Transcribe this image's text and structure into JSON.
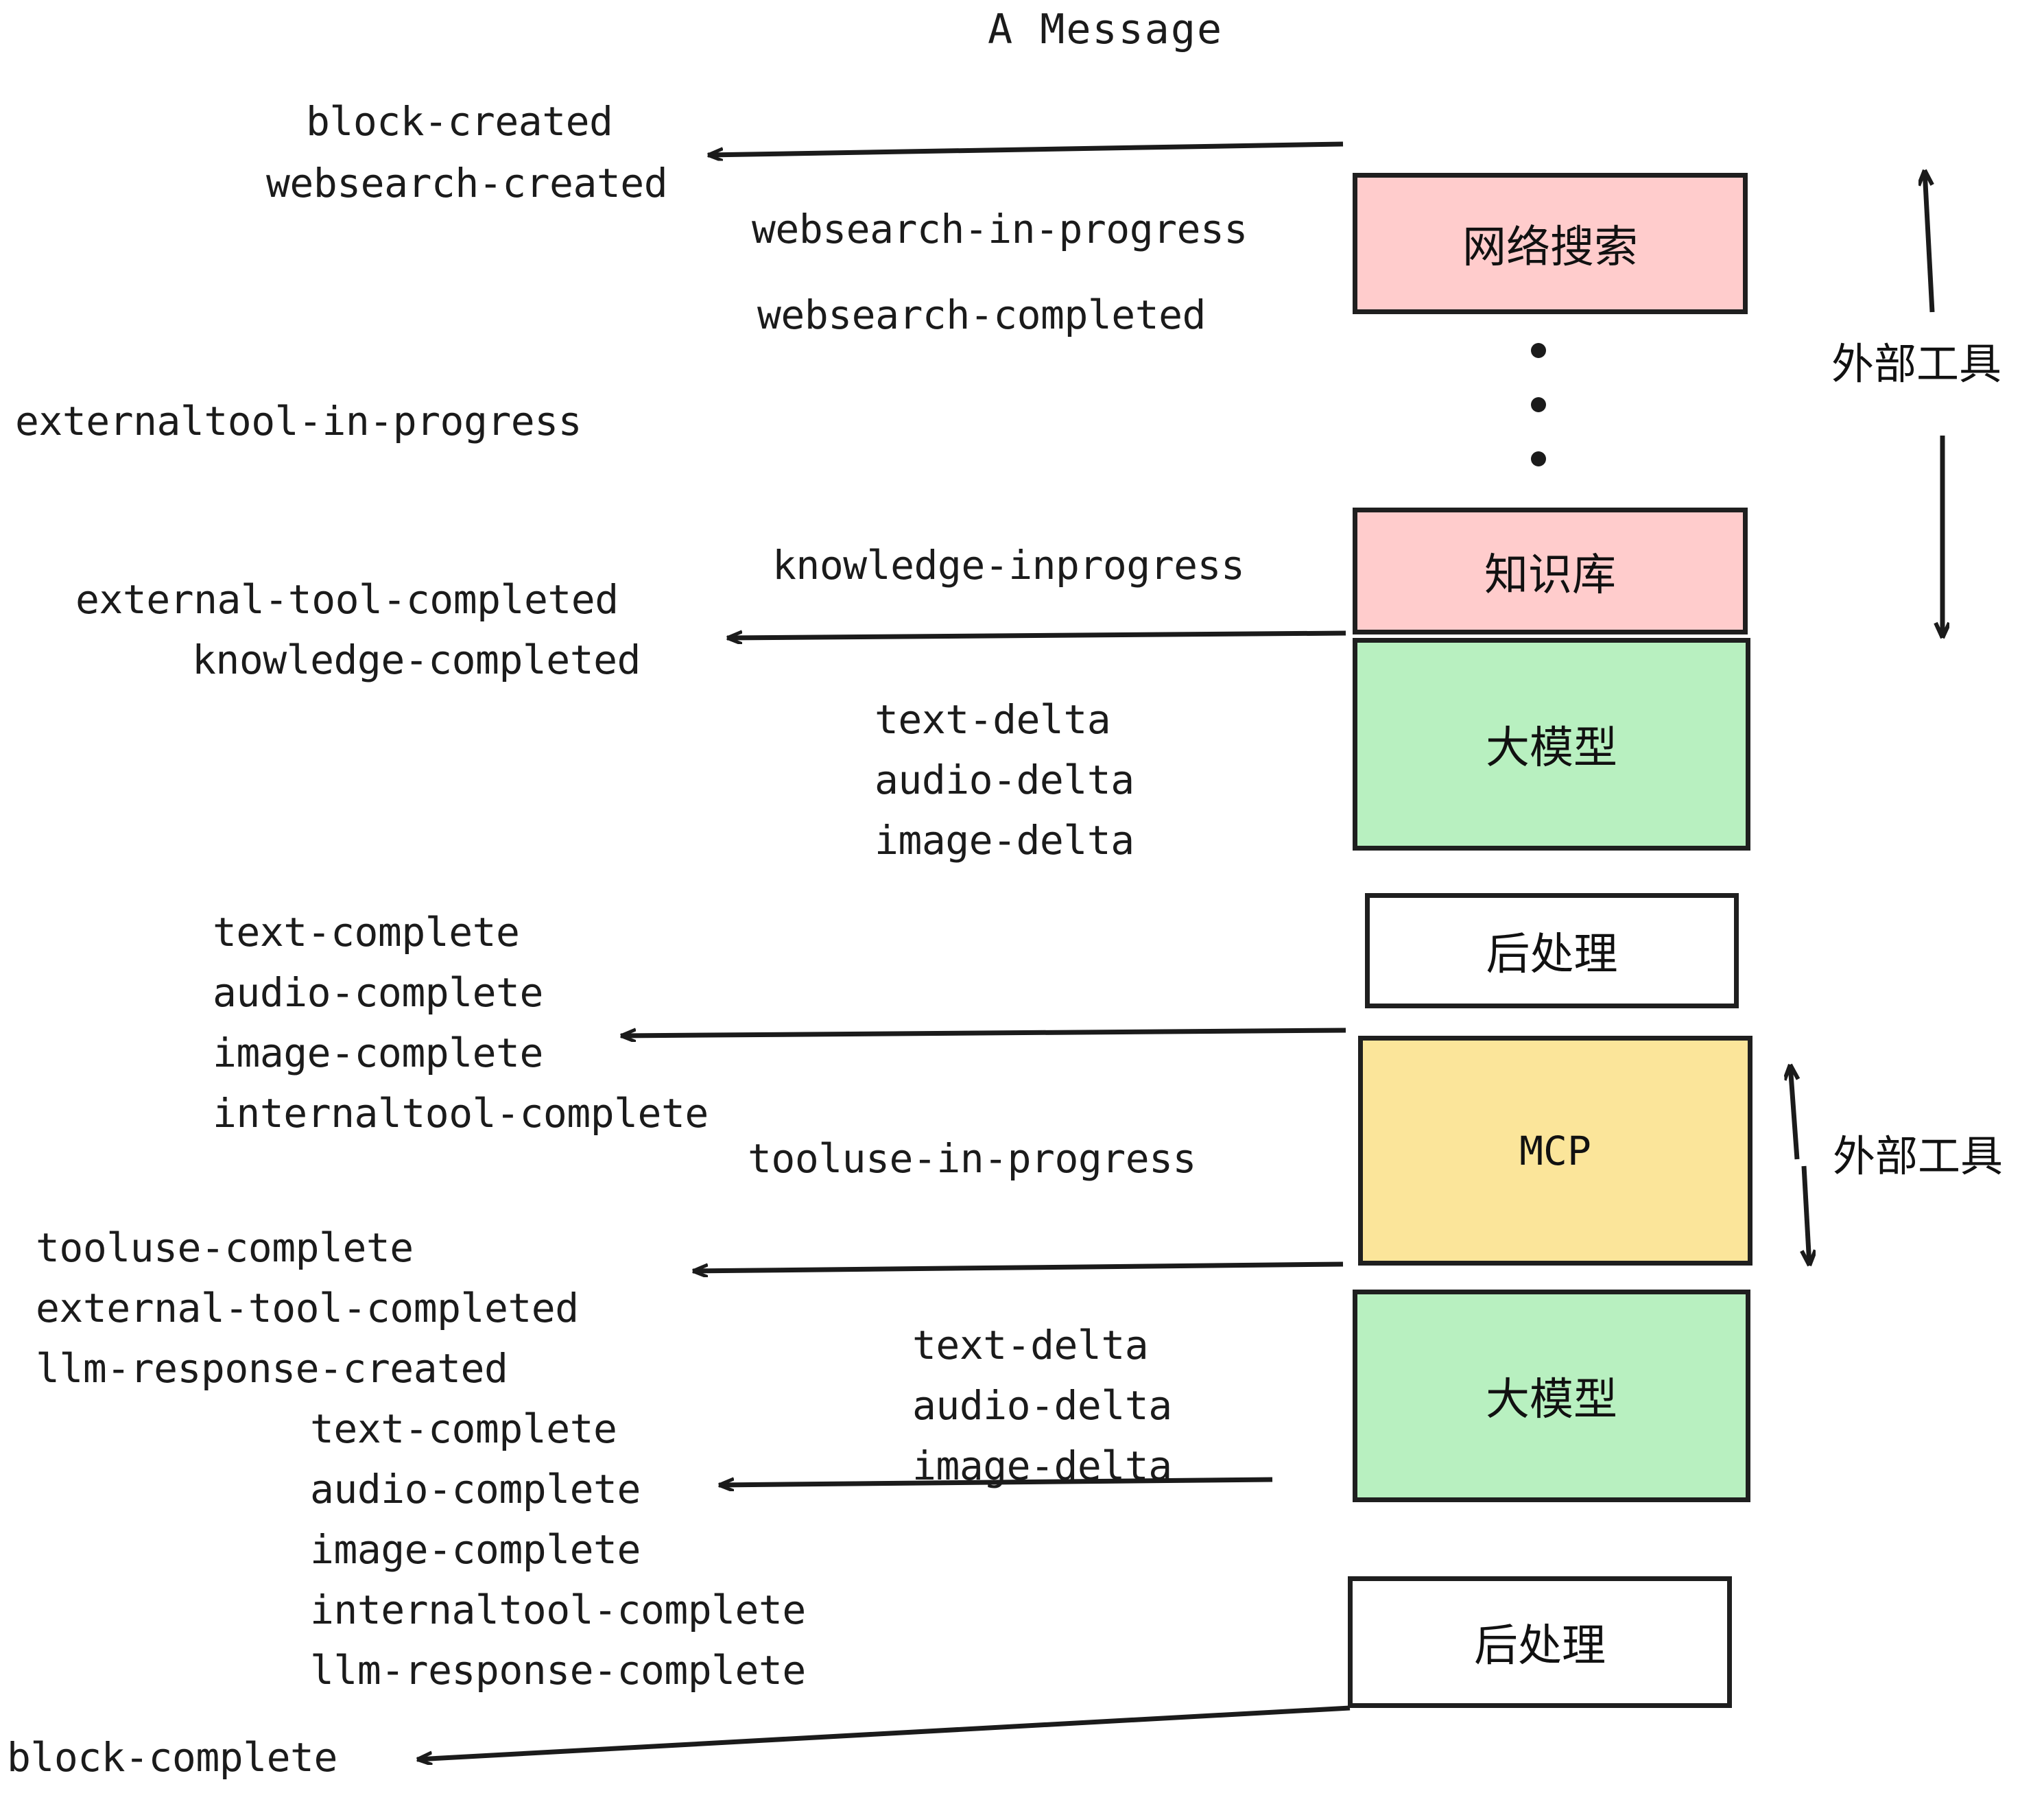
{
  "diagram": {
    "title": "A Message",
    "colors": {
      "external_tool_fill": "#FFCCCC",
      "llm_fill": "#B8F0C0",
      "mcp_fill": "#FBE59A",
      "postprocess_fill": "#FFFFFF",
      "stroke": "#1F1F1F",
      "text": "#1B1B1B",
      "background": "#FFFFFF"
    }
  },
  "nodes": [
    {
      "id": "websearch",
      "label": "网络搜索",
      "type": "external-tool"
    },
    {
      "id": "knowledge",
      "label": "知识库",
      "type": "external-tool"
    },
    {
      "id": "llm_top",
      "label": "大模型",
      "type": "llm"
    },
    {
      "id": "postprocess_top",
      "label": "后处理",
      "type": "postprocess"
    },
    {
      "id": "mcp",
      "label": "MCP",
      "type": "mcp"
    },
    {
      "id": "llm_bottom",
      "label": "大模型",
      "type": "llm"
    },
    {
      "id": "postprocess_bottom",
      "label": "后处理",
      "type": "postprocess"
    }
  ],
  "side_labels": [
    {
      "id": "external-tool-upper",
      "text": "外部工具"
    },
    {
      "id": "external-tool-lower",
      "text": "外部工具"
    }
  ],
  "events": [
    {
      "id": "e01",
      "text": "block-created"
    },
    {
      "id": "e02",
      "text": "websearch-created"
    },
    {
      "id": "e03",
      "text": "websearch-in-progress"
    },
    {
      "id": "e04",
      "text": "websearch-completed"
    },
    {
      "id": "e05",
      "text": "externaltool-in-progress"
    },
    {
      "id": "e06",
      "text": "knowledge-inprogress"
    },
    {
      "id": "e07",
      "text": "external-tool-completed"
    },
    {
      "id": "e08",
      "text": "knowledge-completed"
    },
    {
      "id": "e09",
      "text": "text-delta"
    },
    {
      "id": "e10",
      "text": "audio-delta"
    },
    {
      "id": "e11",
      "text": "image-delta"
    },
    {
      "id": "e12",
      "text": "text-complete"
    },
    {
      "id": "e13",
      "text": "audio-complete"
    },
    {
      "id": "e14",
      "text": "image-complete"
    },
    {
      "id": "e15",
      "text": "internaltool-complete"
    },
    {
      "id": "e16",
      "text": "tooluse-in-progress"
    },
    {
      "id": "e17",
      "text": "tooluse-complete"
    },
    {
      "id": "e18",
      "text": "external-tool-completed"
    },
    {
      "id": "e19",
      "text": "llm-response-created"
    },
    {
      "id": "e20",
      "text": "text-delta"
    },
    {
      "id": "e21",
      "text": "audio-delta"
    },
    {
      "id": "e22",
      "text": "image-delta"
    },
    {
      "id": "e23",
      "text": "text-complete"
    },
    {
      "id": "e24",
      "text": "audio-complete"
    },
    {
      "id": "e25",
      "text": "image-complete"
    },
    {
      "id": "e26",
      "text": "internaltool-complete"
    },
    {
      "id": "e27",
      "text": "llm-response-complete"
    },
    {
      "id": "e28",
      "text": "block-complete"
    }
  ]
}
